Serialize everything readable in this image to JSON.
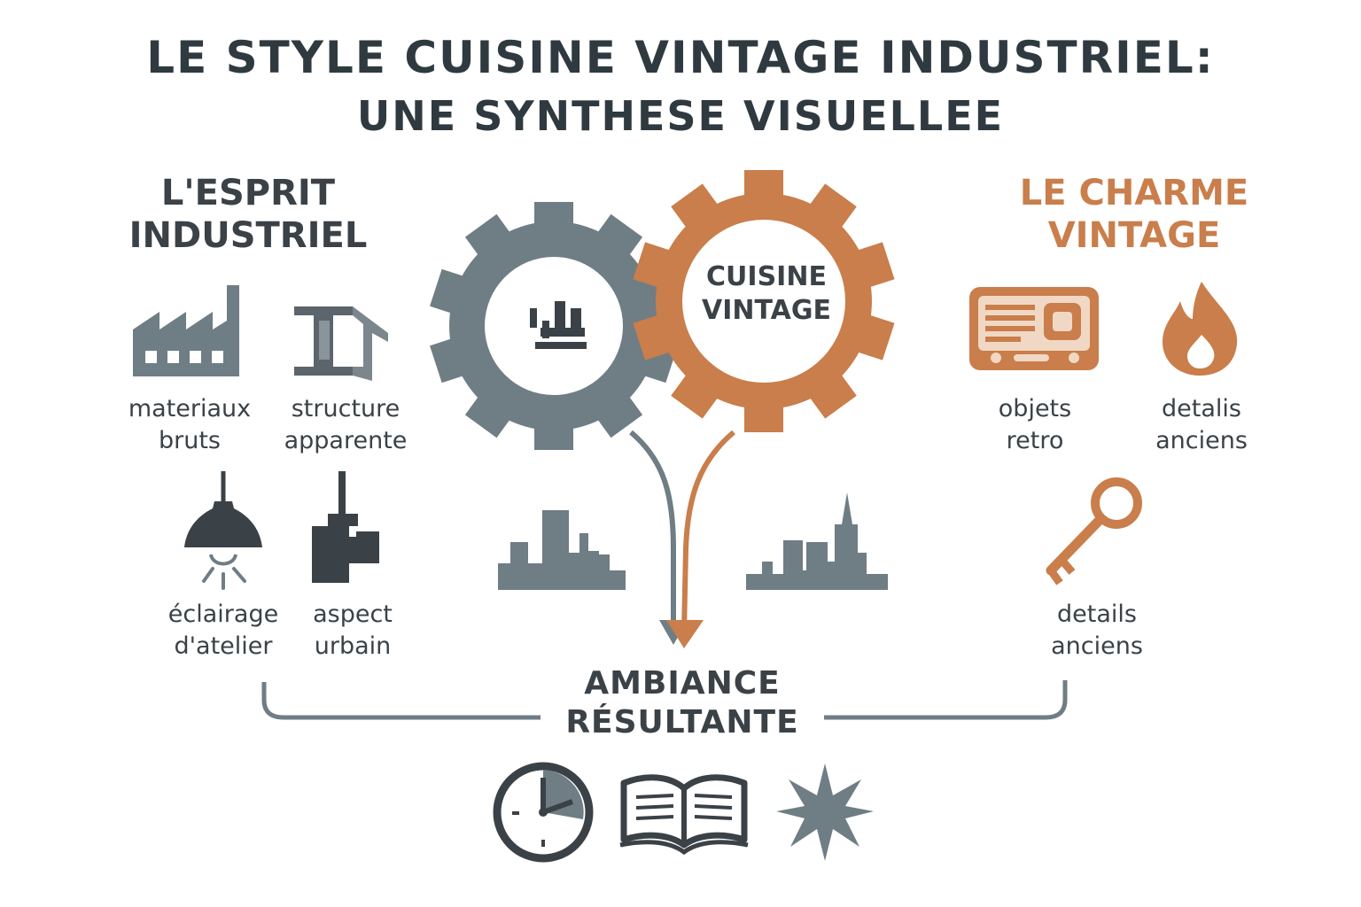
{
  "title": {
    "line1": "LE STYLE CUISINE VINTAGE INDUSTRIEL:",
    "line2": "UNE SYNTHESE VISUELLEE"
  },
  "left_section": {
    "heading_line1": "L'ESPRIT",
    "heading_line2": "INDUSTRIEL",
    "items": [
      {
        "icon": "factory-icon",
        "line1": "materiaux",
        "line2": "bruts"
      },
      {
        "icon": "steel-beam-icon",
        "line1": "structure",
        "line2": "apparente"
      },
      {
        "icon": "pendant-lamp-icon",
        "line1": "éclairage",
        "line2": "d'atelier"
      },
      {
        "icon": "pipe-valve-icon",
        "line1": "aspect",
        "line2": "urbain"
      }
    ]
  },
  "right_section": {
    "heading_line1": "LE CHARME",
    "heading_line2": "VINTAGE",
    "items": [
      {
        "icon": "retro-radio-icon",
        "line1": "objets",
        "line2": "retro"
      },
      {
        "icon": "flame-icon",
        "line1": "detalis",
        "line2": "anciens"
      },
      {
        "icon": "old-key-icon",
        "line1": "details",
        "line2": "anciens"
      }
    ]
  },
  "center": {
    "gear_label_line1": "CUISINE",
    "gear_label_line2": "VINTAGE",
    "gray_gear_icon": "stove-icon",
    "skyline_icons": [
      "city-skyline-icon",
      "city-skyline-icon"
    ]
  },
  "result": {
    "line1": "AMBIANCE",
    "line2": "RÉSULTANTE",
    "icons": [
      "clock-icon",
      "open-book-icon",
      "star-burst-icon"
    ]
  },
  "colors": {
    "gray": "#6f7d85",
    "dark": "#3a4247",
    "orange": "#c97e4b"
  }
}
